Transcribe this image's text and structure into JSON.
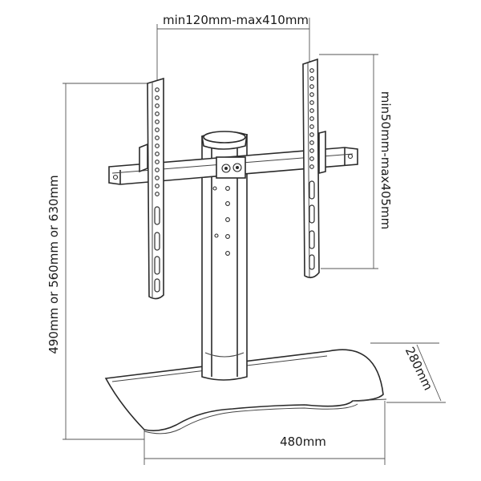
{
  "dimensions": {
    "top_width": "min120mm-max410mm",
    "right_height": "min50mm-max405mm",
    "left_height": "490mm or 560mm or 630mm",
    "base_width": "480mm",
    "base_depth": "280mm"
  }
}
